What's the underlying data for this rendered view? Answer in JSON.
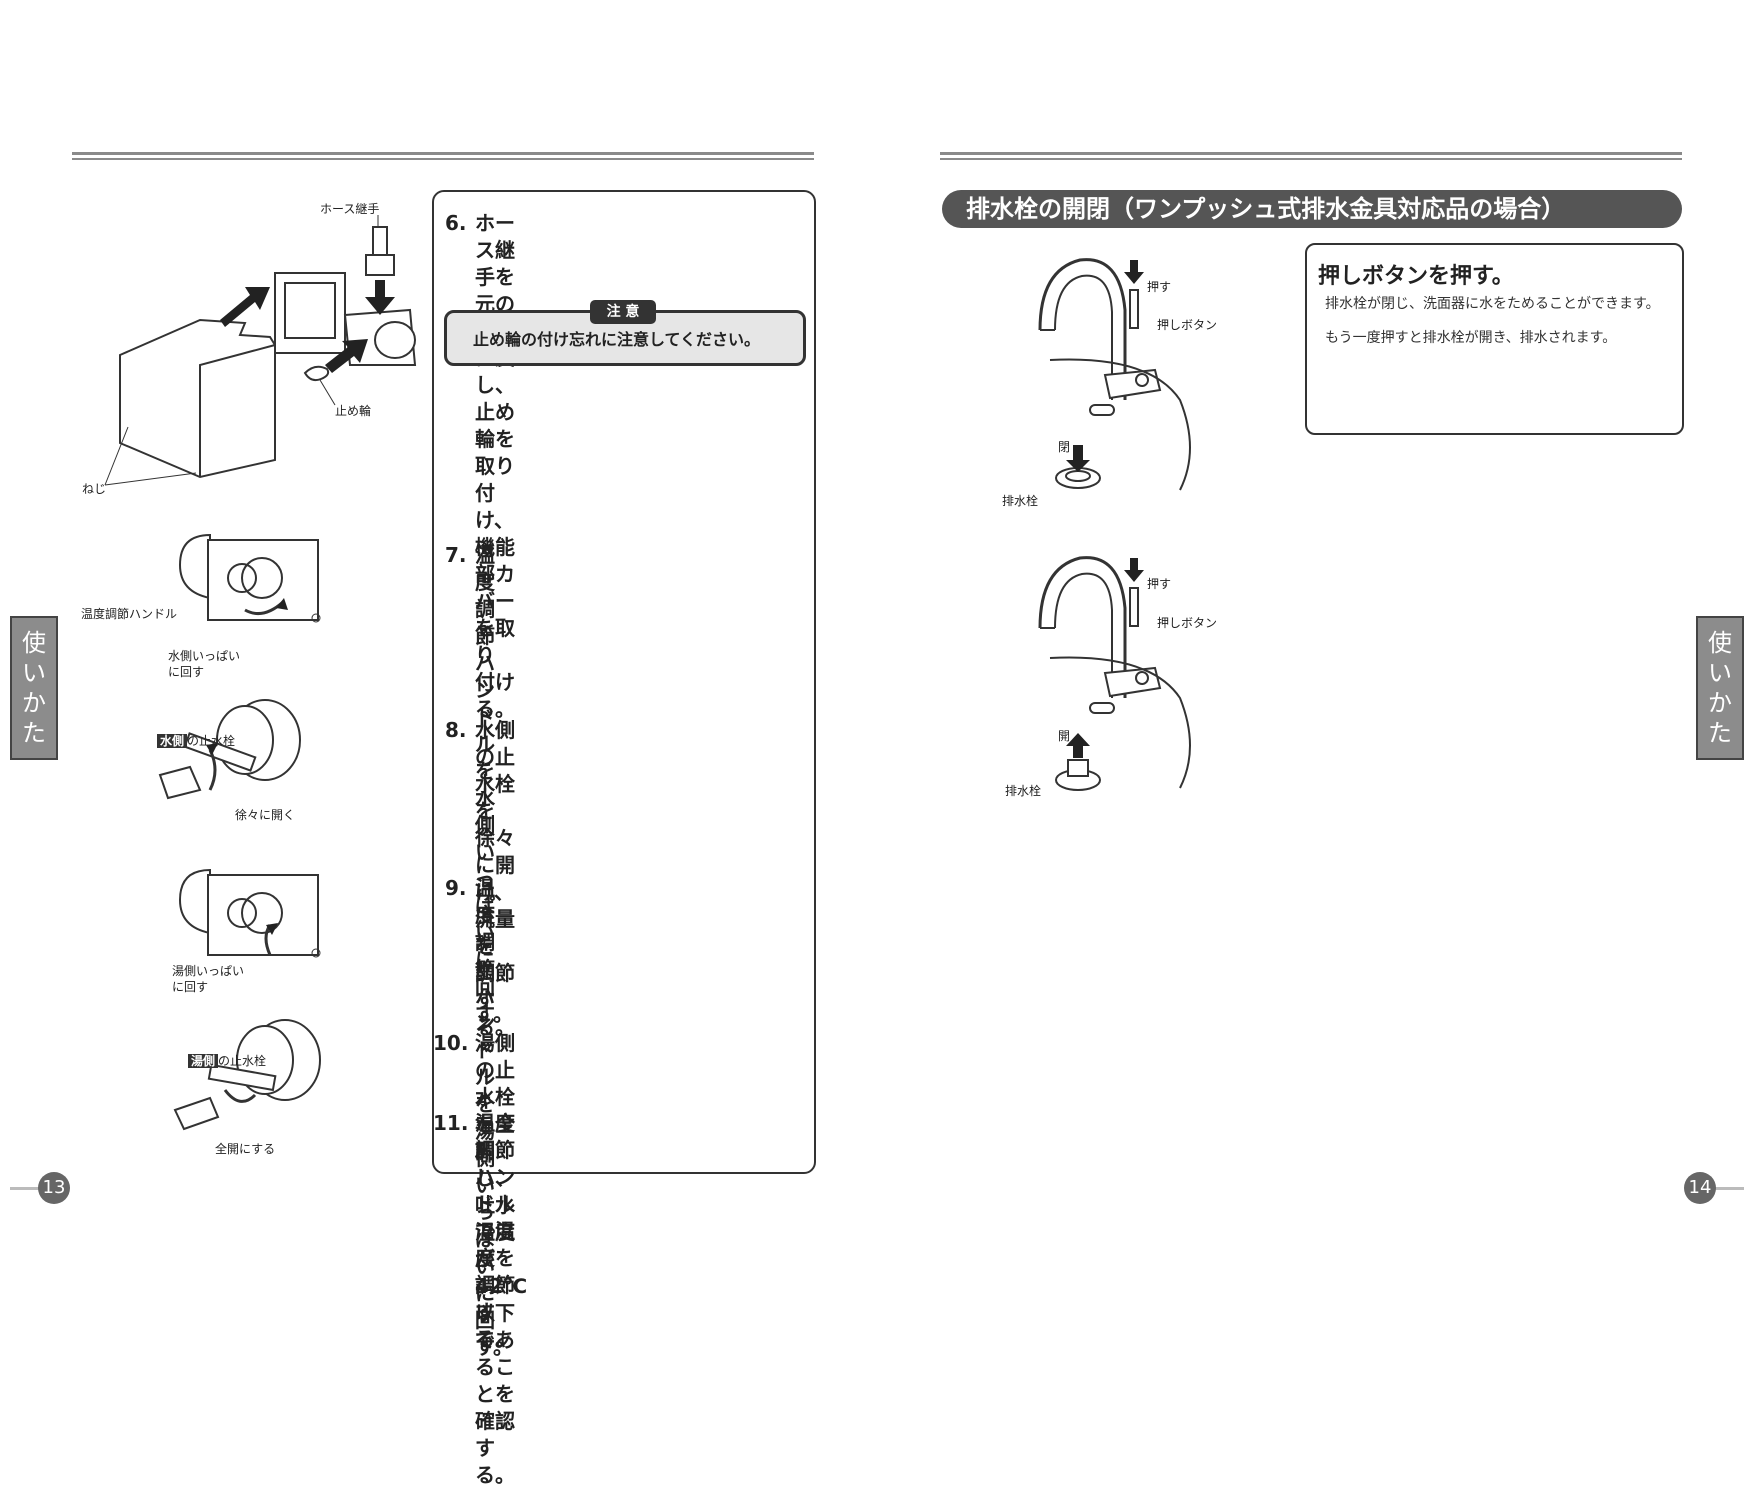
{
  "left": {
    "steps": [
      {
        "num": "6.",
        "lines": [
          "ホース継手を元の位置に戻し、止め",
          "輪を取り付け、機能部カバーを取り",
          "付ける。"
        ]
      },
      {
        "num": "7.",
        "lines": [
          "温度調節ハンドルを水側いっぱいに",
          "回す。"
        ]
      },
      {
        "num": "8.",
        "lines": [
          "水側の止水栓を徐々に開け、流量を",
          "調節する。"
        ]
      },
      {
        "num": "9.",
        "lines": [
          "温度調節ハンドルを湯側いっぱいに",
          "回す。"
        ]
      },
      {
        "num": "10.",
        "lines": [
          "湯側の止水栓を全開し、吐水温度が",
          "42℃以下であることを確認する。"
        ]
      },
      {
        "num": "11.",
        "lines": [
          "温度調節ハンドルで温度を調節する。"
        ]
      }
    ],
    "caution": {
      "tag": "注 意",
      "text": "止め輪の付け忘れに注意してください。"
    },
    "labels": {
      "hose_joint": "ホース継手",
      "stop_ring": "止め輪",
      "screw": "ねじ",
      "temp_handle": "温度調節ハンドル",
      "turn_water_1": "水側いっぱい",
      "turn_water_2": "に回す",
      "water_side": "水側",
      "stop_valve": "の止水栓",
      "open_gradually": "徐々に開く",
      "turn_hot_1": "湯側いっぱい",
      "turn_hot_2": "に回す",
      "hot_side": "湯側",
      "fully_open": "全開にする"
    },
    "side_tab": [
      "使",
      "い",
      "か",
      "た"
    ],
    "page_number": "13"
  },
  "right": {
    "section_title": "排水栓の開閉（ワンプッシュ式排水金具対応品の場合）",
    "info": {
      "title": "押しボタンを押す。",
      "lines": [
        "排水栓が閉じ、洗面器に水をためることができます。",
        "もう一度押すと排水栓が開き、排水されます。"
      ]
    },
    "labels": {
      "push": "押す",
      "push_button": "押しボタン",
      "closed": "閉",
      "opened": "開",
      "drain_plug": "排水栓"
    },
    "side_tab": [
      "使",
      "い",
      "か",
      "た"
    ],
    "page_number": "14"
  }
}
